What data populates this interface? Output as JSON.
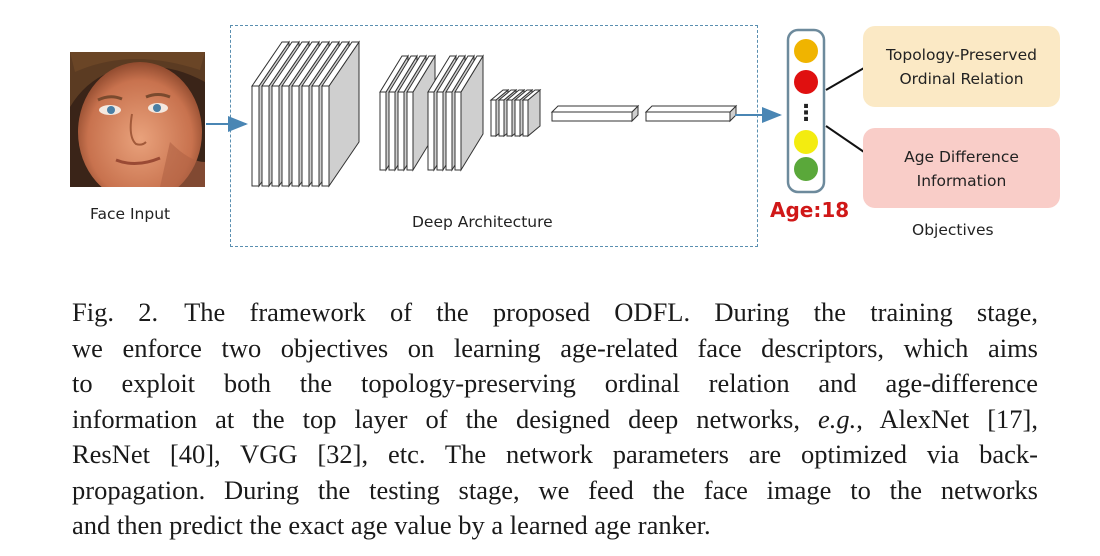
{
  "figure": {
    "face_label": "Face Input",
    "architecture_label": "Deep Architecture",
    "age_prefix": "Age:",
    "age_value": "18",
    "ranker_ellipsis": "⋮",
    "objectives": {
      "top": [
        "Topology-Preserved",
        "Ordinal Relation"
      ],
      "bottom": [
        "Age Difference",
        "Information"
      ],
      "label": "Objectives"
    },
    "colors": {
      "dot1": "#f0b400",
      "dot2": "#e01010",
      "dot3": "#f3ec10",
      "dot4": "#5aa83a",
      "arrow": "#4a86b4",
      "age_text": "#d01818"
    }
  },
  "caption": {
    "fig_number": "Fig. 2.",
    "line1": "The framework of the proposed ODFL. During the training stage,",
    "line2": "we enforce two objectives on learning age-related face descriptors, which aims",
    "line3": "to exploit both the topology-preserving ordinal relation and age-difference",
    "line4a": "information at the top layer of the designed deep networks, ",
    "line4_eg": "e.g.",
    "line4b": ", AlexNet [17],",
    "line5": "ResNet [40], VGG [32], etc. The network parameters are optimized via back-",
    "line6": "propagation. During the testing stage, we feed the face image to the networks",
    "line7": "and then predict the exact age value by a learned age ranker."
  }
}
